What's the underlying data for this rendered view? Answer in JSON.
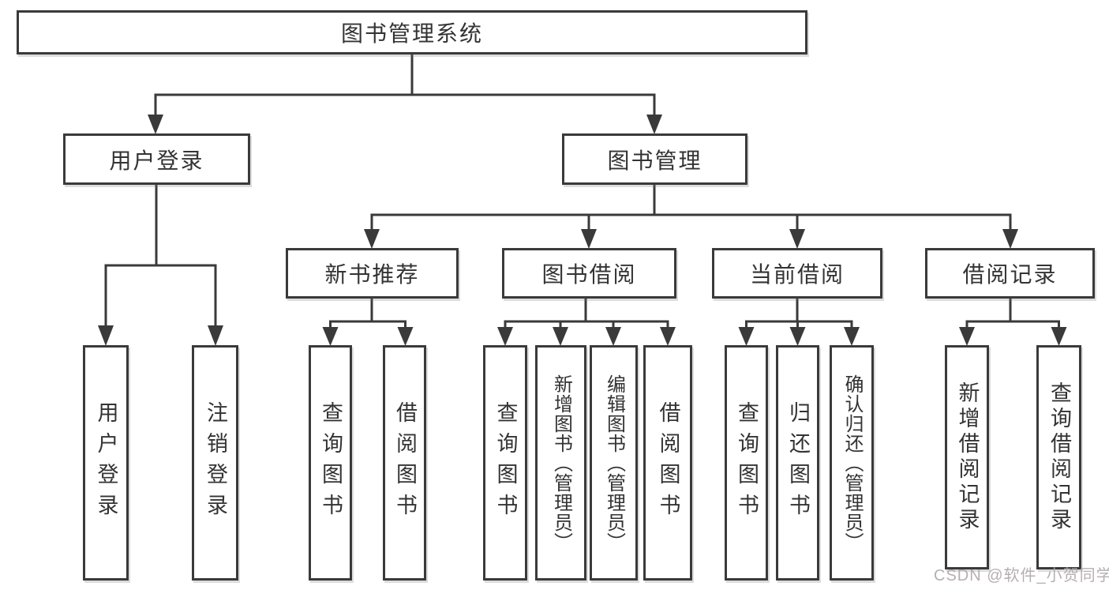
{
  "diagram": {
    "root": {
      "label": "图书管理系统"
    },
    "branches": [
      {
        "label": "用户登录",
        "children": [
          {
            "label": "用户登录"
          },
          {
            "label": "注销登录"
          }
        ]
      },
      {
        "label": "图书管理",
        "children": [
          {
            "label": "新书推荐",
            "children": [
              {
                "label": "查询图书"
              },
              {
                "label": "借阅图书"
              }
            ]
          },
          {
            "label": "图书借阅",
            "children": [
              {
                "label": "查询图书"
              },
              {
                "label": "新增图书（管理员）"
              },
              {
                "label": "编辑图书（管理员）"
              },
              {
                "label": "借阅图书"
              }
            ]
          },
          {
            "label": "当前借阅",
            "children": [
              {
                "label": "查询图书"
              },
              {
                "label": "归还图书"
              },
              {
                "label": "确认归还（管理员）"
              }
            ]
          },
          {
            "label": "借阅记录",
            "children": [
              {
                "label": "新增借阅记录"
              },
              {
                "label": "查询借阅记录"
              }
            ]
          }
        ]
      }
    ],
    "colors": {
      "line": "#3a3a3a",
      "text": "#333333",
      "background": "#ffffff",
      "watermark": "#afa6a6"
    },
    "watermark": "CSDN @软件_小贺同学"
  }
}
